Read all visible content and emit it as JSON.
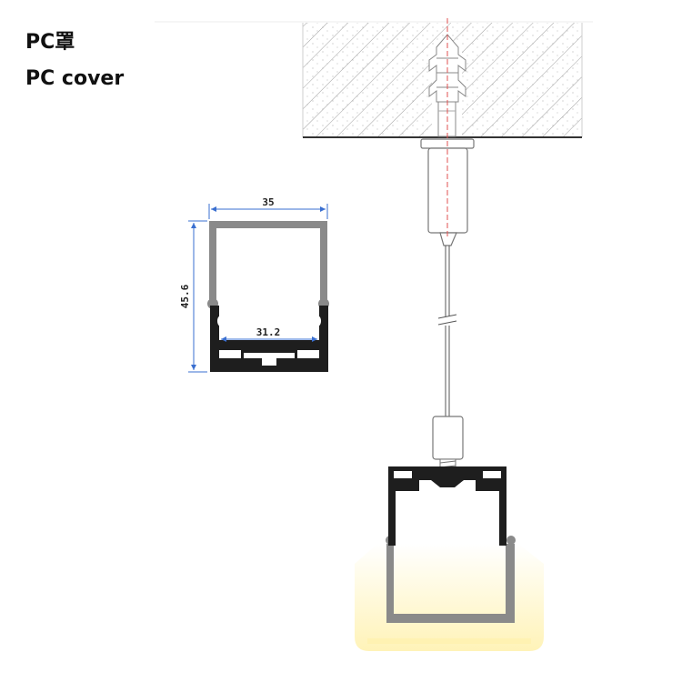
{
  "labels": {
    "title_cn": "PC罩",
    "title_en": "PC cover"
  },
  "dimensions": {
    "width_outer": "35",
    "height_outer": "45.6",
    "width_inner": "31.2"
  },
  "colors": {
    "profile": "#222222",
    "cover": "#8a8a8a",
    "dimension_line": "#3a6fd0",
    "center_line": "#e05050",
    "ceiling_hatch": "#9a9a9a",
    "glow": "#fff6c8"
  }
}
